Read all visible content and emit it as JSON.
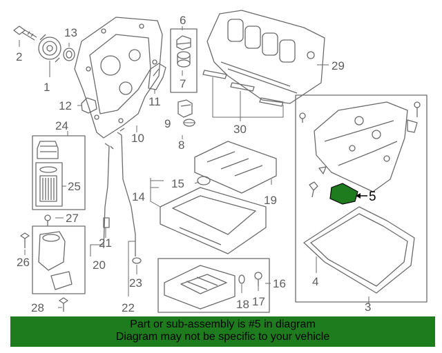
{
  "callouts": {
    "c1": "1",
    "c2": "2",
    "c3": "3",
    "c4": "4",
    "c5": "5",
    "c6": "6",
    "c7": "7",
    "c8": "8",
    "c9": "9",
    "c10": "10",
    "c11": "11",
    "c12": "12",
    "c13": "13",
    "c14": "14",
    "c15": "15",
    "c16": "16",
    "c17": "17",
    "c18": "18",
    "c19": "19",
    "c20": "20",
    "c21": "21",
    "c22": "22",
    "c23": "23",
    "c24": "24",
    "c25": "25",
    "c26": "26",
    "c27": "27",
    "c28": "28",
    "c29": "29",
    "c30": "30"
  },
  "highlight": {
    "part_number": "5",
    "color": "#1e7b1e"
  },
  "banner": {
    "line1": "Part or sub-assembly is #5 in diagram",
    "line2": "Diagram may not be specific to your vehicle",
    "background": "#1e7b1e"
  }
}
